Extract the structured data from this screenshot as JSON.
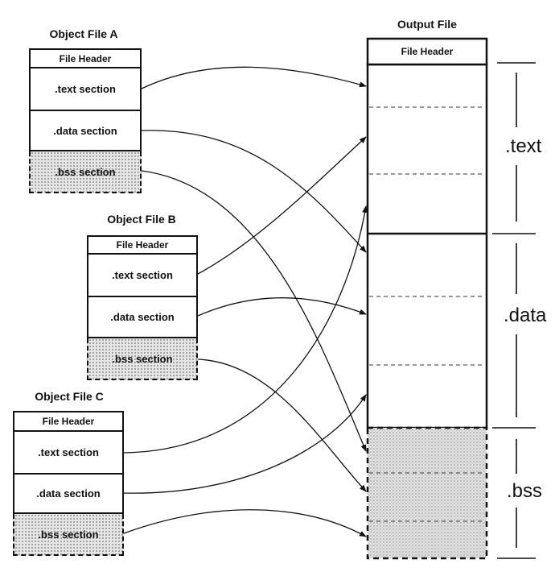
{
  "object_files": [
    {
      "title": "Object File A",
      "header": "File Header",
      "text": ".text section",
      "data": ".data section",
      "bss": ".bss section"
    },
    {
      "title": "Object File B",
      "header": "File Header",
      "text": ".text section",
      "data": ".data section",
      "bss": ".bss section"
    },
    {
      "title": "Object File C",
      "header": "File Header",
      "text": ".text section",
      "data": ".data section",
      "bss": ".bss section"
    }
  ],
  "output_file": {
    "title": "Output File",
    "header": "File Header",
    "regions": [
      {
        "label": ".text"
      },
      {
        "label": ".data"
      },
      {
        "label": ".bss"
      }
    ]
  }
}
